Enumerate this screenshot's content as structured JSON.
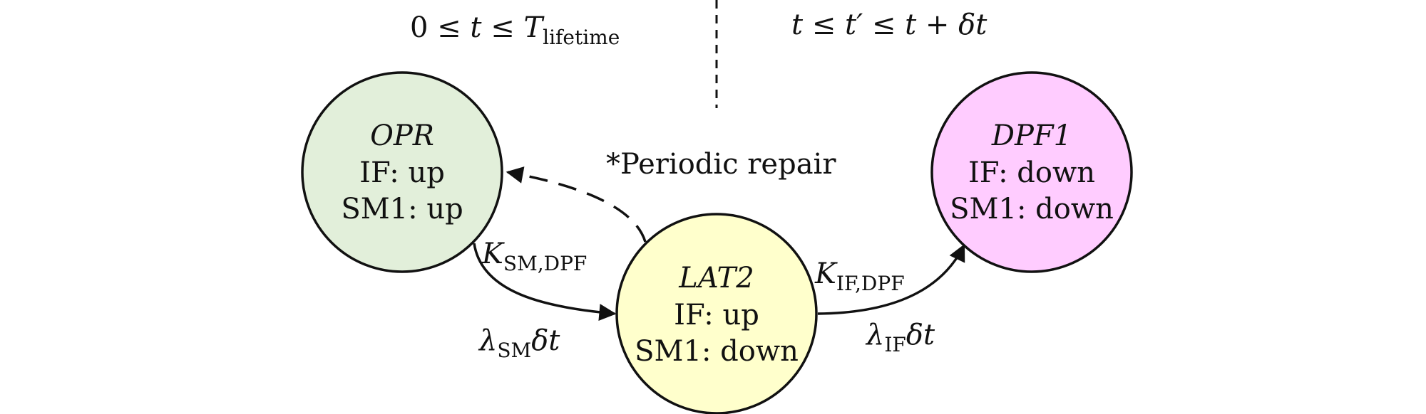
{
  "header": {
    "left_condition": {
      "prefix": "0 ≤ ",
      "var": "t",
      "mid": " ≤ ",
      "T": "T",
      "T_sub": "lifetime"
    },
    "right_condition": {
      "t1": "t",
      "op1": " ≤ ",
      "t2": "t′",
      "op2": " ≤ ",
      "t3": "t",
      "plus": " + ",
      "delta": "δt"
    }
  },
  "states": [
    {
      "id": "OPR",
      "name": "OPR",
      "line1": "IF: up",
      "line2": "SM1: up",
      "fill": "#e2efda"
    },
    {
      "id": "LAT2",
      "name": "LAT2",
      "line1": "IF: up",
      "line2": "SM1: down",
      "fill": "#ffffcc"
    },
    {
      "id": "DPF1",
      "name": "DPF1",
      "line1": "IF: down",
      "line2": "SM1: down",
      "fill": "#ffccff"
    }
  ],
  "transitions": {
    "periodic_repair": {
      "label": "*Periodic repair",
      "style": "dashed"
    },
    "opr_to_lat2": {
      "k_main": "K",
      "k_sub": "SM,DPF",
      "rate_main": "λ",
      "rate_sub": "SM",
      "rate_tail": "δt"
    },
    "lat2_to_dpf1": {
      "k_main": "K",
      "k_sub": "IF,DPF",
      "rate_main": "λ",
      "rate_sub": "IF",
      "rate_tail": "δt"
    }
  },
  "colors": {
    "stroke": "#111111",
    "opr_fill": "#e2efda",
    "lat2_fill": "#ffffcc",
    "dpf1_fill": "#ffccff"
  }
}
